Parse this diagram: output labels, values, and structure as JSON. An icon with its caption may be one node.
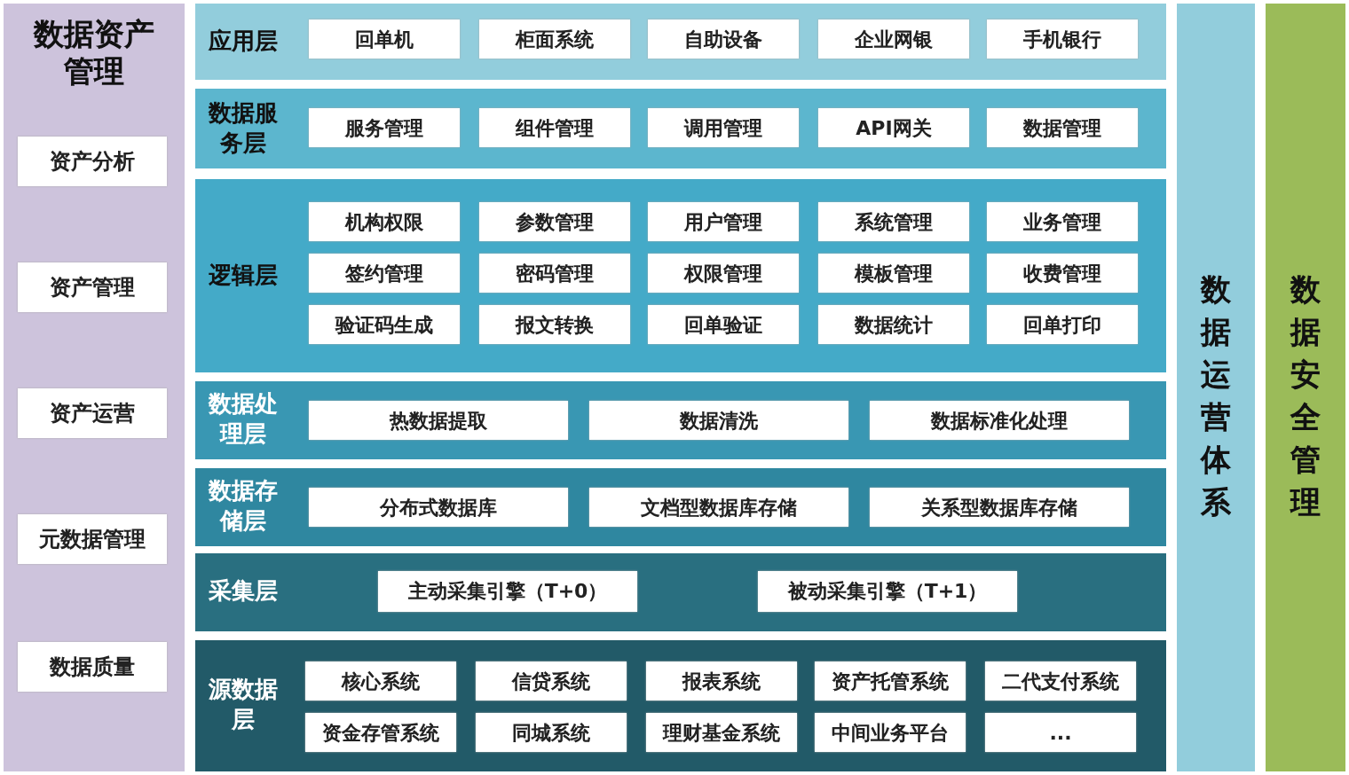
{
  "diagram": {
    "nodes": [
      {
        "text": [
          "数据资产管理"
        ]
      },
      {
        "text": [
          "资产分析"
        ],
        "in": 0
      },
      {
        "text": [
          "资产管理"
        ],
        "in": 0
      },
      {
        "text": [
          "资产运营"
        ],
        "in": 0
      },
      {
        "text": [
          "元数据管理"
        ],
        "in": 0
      },
      {
        "text": [
          "数据质量"
        ],
        "in": 0
      },
      {
        "text": [
          "应用层"
        ]
      },
      {
        "text": [
          "回单机"
        ],
        "in": 6
      },
      {
        "text": [
          "柜面系统"
        ],
        "in": 6
      },
      {
        "text": [
          "自助设备"
        ],
        "in": 6
      },
      {
        "text": [
          "企业网银"
        ],
        "in": 6
      },
      {
        "text": [
          "手机银行"
        ],
        "in": 6
      },
      {
        "text": [
          "数据服务层"
        ]
      },
      {
        "text": [
          "服务管理"
        ],
        "in": 12
      },
      {
        "text": [
          "组件管理"
        ],
        "in": 12
      },
      {
        "text": [
          "调用管理"
        ],
        "in": 12
      },
      {
        "text": [
          "API网关"
        ],
        "in": 12
      },
      {
        "text": [
          "数据管理"
        ],
        "in": 12
      },
      {
        "text": [
          "逻辑层"
        ]
      },
      {
        "text": [
          "机构权限"
        ],
        "in": 18
      },
      {
        "text": [
          "参数管理"
        ],
        "in": 18
      },
      {
        "text": [
          "用户管理"
        ],
        "in": 18
      },
      {
        "text": [
          "系统管理"
        ],
        "in": 18
      },
      {
        "text": [
          "业务管理"
        ],
        "in": 18
      },
      {
        "text": [
          "签约管理"
        ],
        "in": 18
      },
      {
        "text": [
          "密码管理"
        ],
        "in": 18
      },
      {
        "text": [
          "权限管理"
        ],
        "in": 18
      },
      {
        "text": [
          "模板管理"
        ],
        "in": 18
      },
      {
        "text": [
          "收费管理"
        ],
        "in": 18
      },
      {
        "text": [
          "验证码生成"
        ],
        "in": 18
      },
      {
        "text": [
          "报文转换"
        ],
        "in": 18
      },
      {
        "text": [
          "回单验证"
        ],
        "in": 18
      },
      {
        "text": [
          "数据统计"
        ],
        "in": 18
      },
      {
        "text": [
          "回单打印"
        ],
        "in": 18
      },
      {
        "text": [
          "数据处理层"
        ]
      },
      {
        "text": [
          "热数据提取"
        ],
        "in": 34
      },
      {
        "text": [
          "数据清洗"
        ],
        "in": 34
      },
      {
        "text": [
          "数据标准化处理"
        ],
        "in": 34
      },
      {
        "text": [
          "数据存储层"
        ]
      },
      {
        "text": [
          "分布式数据库"
        ],
        "in": 38
      },
      {
        "text": [
          "文档型数据库存储"
        ],
        "in": 38
      },
      {
        "text": [
          "关系型数据库存储"
        ],
        "in": 38
      },
      {
        "text": [
          "采集层"
        ]
      },
      {
        "text": [
          "主动采集引擎（T+0）"
        ],
        "in": 42
      },
      {
        "text": [
          "被动采集引擎（T+1）"
        ],
        "in": 42
      },
      {
        "text": [
          "源数据层"
        ]
      },
      {
        "text": [
          "核心系统"
        ],
        "in": 45
      },
      {
        "text": [
          "信贷系统"
        ],
        "in": 45
      },
      {
        "text": [
          "报表系统"
        ],
        "in": 45
      },
      {
        "text": [
          "资产托管系统"
        ],
        "in": 45
      },
      {
        "text": [
          "二代支付系统"
        ],
        "in": 45
      },
      {
        "text": [
          "资金存管系统"
        ],
        "in": 45
      },
      {
        "text": [
          "同城系统"
        ],
        "in": 45
      },
      {
        "text": [
          "理财基金系统"
        ],
        "in": 45
      },
      {
        "text": [
          "中间业务平台"
        ],
        "in": 45
      },
      {
        "text": [
          "..."
        ],
        "in": 45
      },
      {
        "text": [
          "数据运营体系"
        ]
      },
      {
        "text": [
          "数据安全管理"
        ]
      }
    ]
  }
}
